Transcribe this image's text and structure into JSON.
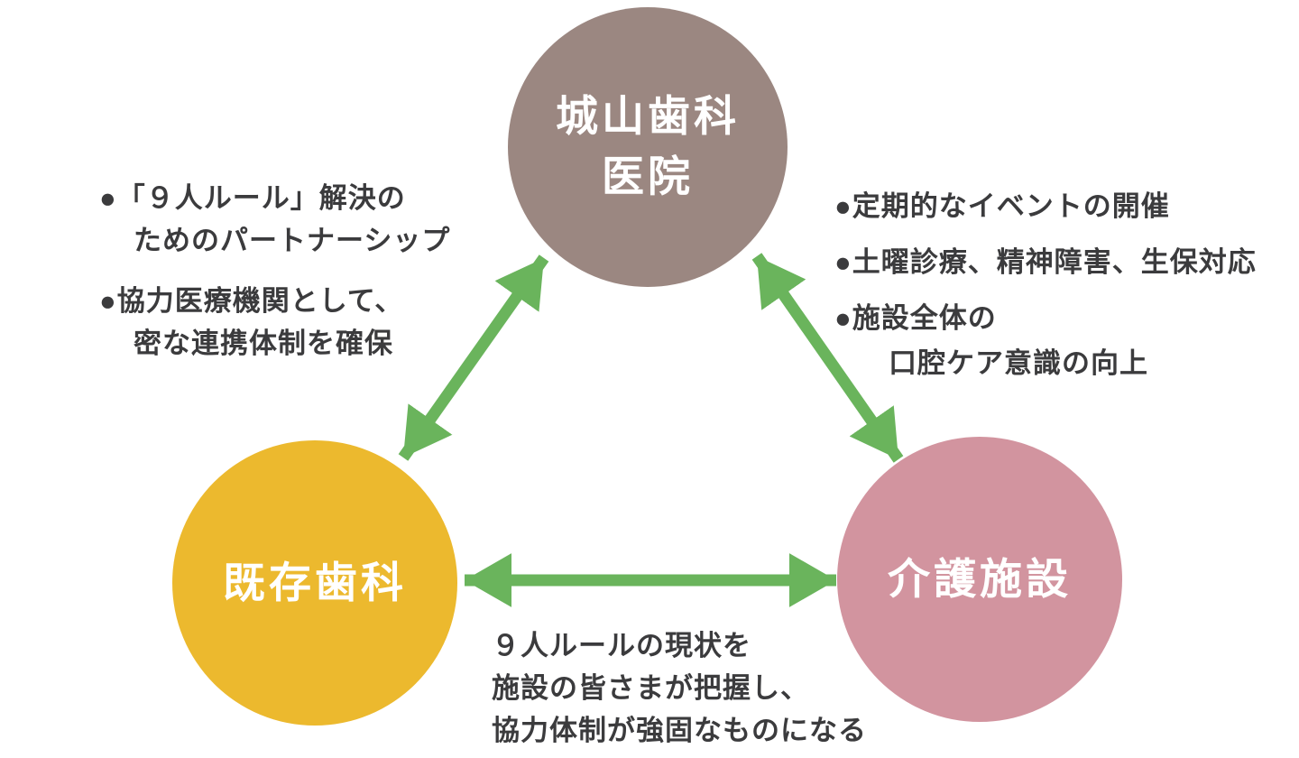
{
  "diagram": {
    "background_color": "#ffffff",
    "text_color": "#3b3b3d",
    "colors": {
      "arrow": "#6ab45c",
      "clinic_node": "#9b8781",
      "existing_dental_node": "#ecb92e",
      "care_facility_node": "#d2949f",
      "node_label_text": "#ffffff"
    },
    "nodes": {
      "clinic": {
        "label_lines": [
          "城山歯科",
          "医院"
        ],
        "color": "#9b8781"
      },
      "existing": {
        "label": "既存歯科",
        "color": "#ecb92e"
      },
      "care": {
        "label": "介護施設",
        "color": "#d2949f"
      }
    },
    "notes": {
      "left": [
        [
          "●「９人ルール」解決の",
          "ためのパートナーシップ"
        ],
        [
          "●協力医療機関として、",
          "密な連携体制を確保"
        ]
      ],
      "right": [
        [
          "●定期的なイベントの開催"
        ],
        [
          "●土曜診療、精神障害、生保対応"
        ],
        [
          "●施設全体の",
          "口腔ケア意識の向上"
        ]
      ],
      "bottom": [
        "９人ルールの現状を",
        "施設の皆さまが把握し、",
        "協力体制が強固なものになる"
      ]
    }
  }
}
